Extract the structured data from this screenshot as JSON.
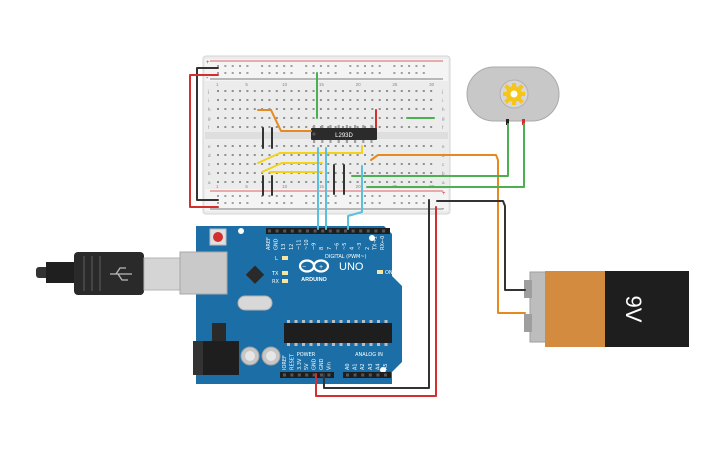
{
  "breadboard": {
    "row_letters": [
      "j",
      "i",
      "h",
      "g",
      "f",
      "e",
      "d",
      "c",
      "b",
      "a"
    ],
    "column_numbers": [
      "1",
      "5",
      "10",
      "15",
      "20",
      "25",
      "30"
    ],
    "rail_signs": [
      "+",
      "-"
    ]
  },
  "ic": {
    "label": "L293D"
  },
  "motor": {
    "name": "dc-motor"
  },
  "battery": {
    "label": "9V"
  },
  "arduino": {
    "logo_text": "ARDUINO",
    "model": "UNO",
    "digital_header": "DIGITAL (PWM~)",
    "digital_pins": [
      "AREF",
      "GND",
      "13",
      "12",
      "~11",
      "~10",
      "~9",
      "8",
      "7",
      "~6",
      "~5",
      "4",
      "~3",
      "2",
      "TX→1",
      "RX←0"
    ],
    "power_header": "POWER",
    "power_pins": [
      "IOREF",
      "RESET",
      "3.3V",
      "5V",
      "GND",
      "GND",
      "Vin"
    ],
    "analog_header": "ANALOG IN",
    "analog_pins": [
      "A0",
      "A1",
      "A2",
      "A3",
      "A4",
      "A5"
    ],
    "leds": [
      "L",
      "TX",
      "RX"
    ],
    "on_label": "ON"
  },
  "colors": {
    "wire_red": "#d32f2f",
    "wire_black": "#333333",
    "wire_orange": "#e68a1e",
    "wire_yellow": "#f2d21b",
    "wire_green": "#4caf50",
    "wire_blue": "#5bc0de",
    "board_blue": "#1b6fa6",
    "battery_orange": "#d38b3f",
    "breadboard": "#ececec"
  }
}
